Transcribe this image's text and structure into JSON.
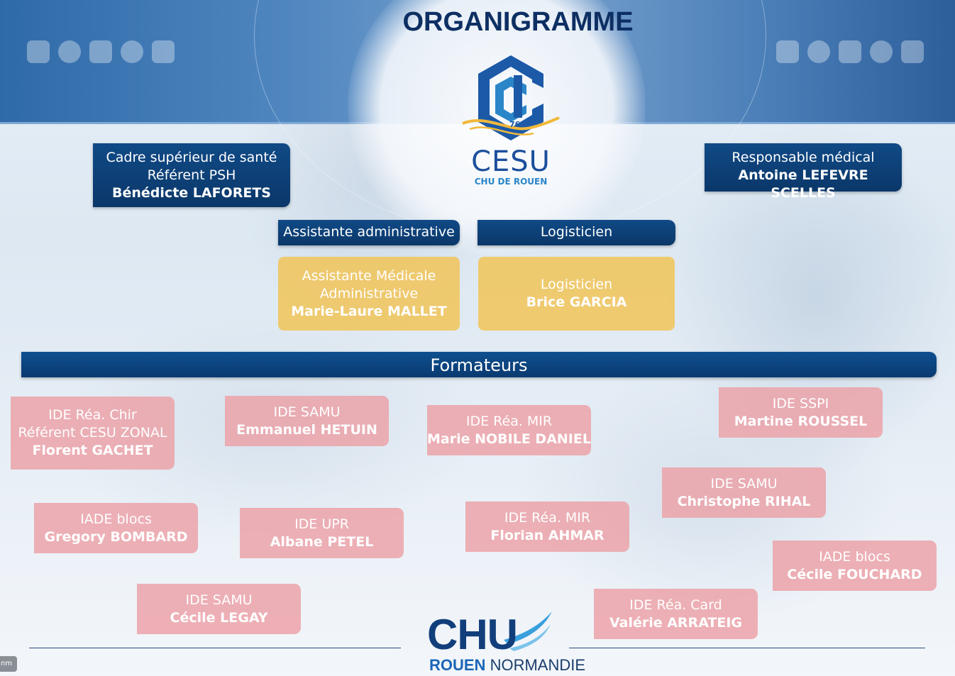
{
  "title": "ORGANIGRAMME",
  "logo_cesu": {
    "word": "CESU",
    "subtitle": "CHU DE ROUEN",
    "badge": "76"
  },
  "top_left": {
    "line1": "Cadre supérieur de santé",
    "line2": "Référent PSH",
    "name": "Bénédicte LAFORETS"
  },
  "top_right": {
    "line1": "Responsable médical",
    "name": "Antoine LEFEVRE SCELLES"
  },
  "admin": {
    "header": "Assistante administrative",
    "line1": "Assistante Médicale",
    "line2": "Administrative",
    "name": "Marie-Laure MALLET"
  },
  "logistics": {
    "header": "Logisticien",
    "line1": "Logisticien",
    "name": "Brice GARCIA"
  },
  "formateurs_label": "Formateurs",
  "trainers": [
    {
      "role": "IDE Réa. Chir",
      "role2": "Référent CESU ZONAL",
      "name": "Florent GACHET"
    },
    {
      "role": "IDE SAMU",
      "name": "Emmanuel HETUIN"
    },
    {
      "role": "IDE Réa. MIR",
      "name": "Marie NOBILE DANIEL"
    },
    {
      "role": "IDE SSPI",
      "name": "Martine ROUSSEL"
    },
    {
      "role": "IADE blocs",
      "name": "Gregory BOMBARD"
    },
    {
      "role": "IDE UPR",
      "name": "Albane PETEL"
    },
    {
      "role": "IDE Réa. MIR",
      "name": "Florian AHMAR"
    },
    {
      "role": "IDE SAMU",
      "name": "Christophe RIHAL"
    },
    {
      "role": "IADE blocs",
      "name": "Cécile FOUCHARD"
    },
    {
      "role": "IDE SAMU",
      "name": "Cécile LEGAY"
    },
    {
      "role": "IDE Réa. Card",
      "name": "Valérie ARRATEIG"
    }
  ],
  "logo_chu": {
    "word": "CHU",
    "sub_a": "ROUEN",
    "sub_b": "NORMANDIE"
  },
  "corner_tag": "nm",
  "colors": {
    "navy": "#0b3769",
    "gold": "#f0c55c",
    "pink": "#eca0a6",
    "title": "#0d2f63"
  }
}
